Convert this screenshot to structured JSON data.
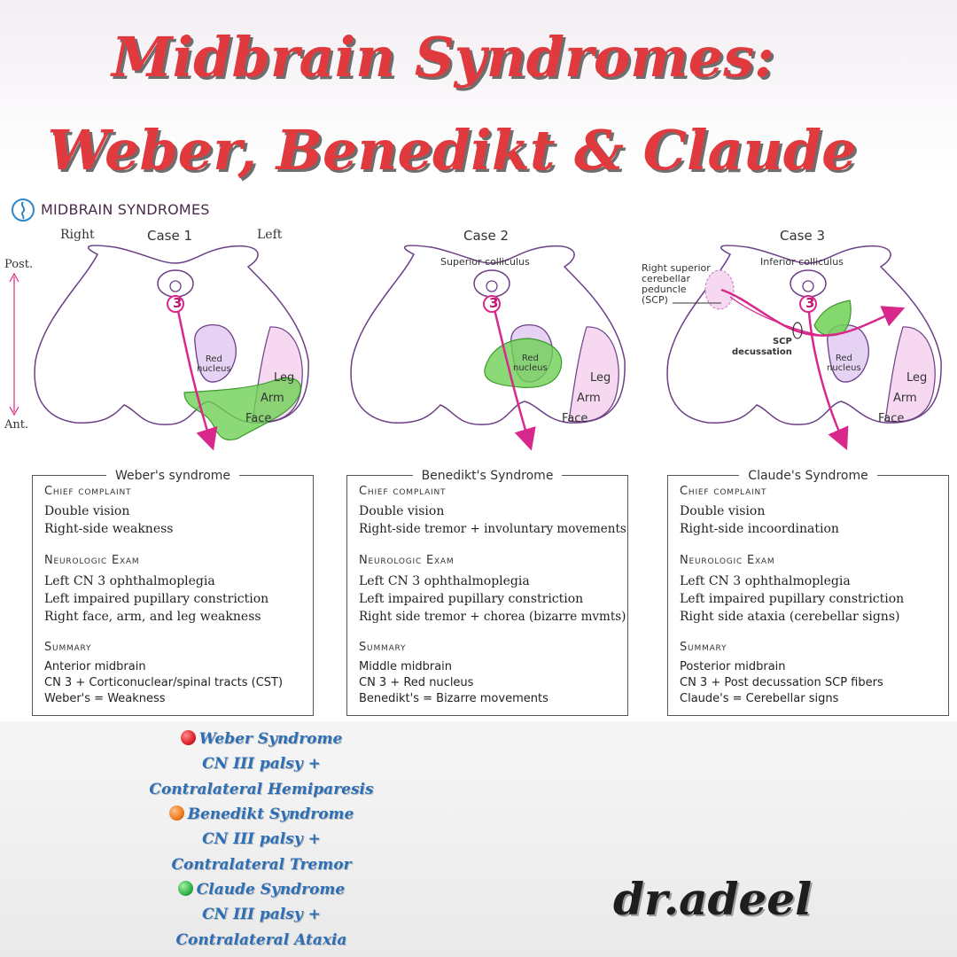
{
  "title": {
    "line1": "Midbrain Syndromes:",
    "line2": "Weber, Benedikt & Claude"
  },
  "figure": {
    "header": "MIDBRAIN SYNDROMES",
    "orientation": {
      "right": "Right",
      "left": "Left",
      "post": "Post.",
      "ant": "Ant."
    },
    "cases": [
      {
        "label": "Case 1",
        "cn": "3",
        "red_nucleus": "Red\nnucleus",
        "leg": "Leg",
        "arm": "Arm",
        "face": "Face"
      },
      {
        "label": "Case 2",
        "top_label": "Superior colliculus",
        "cn": "3",
        "red_nucleus": "Red\nnucleus",
        "leg": "Leg",
        "arm": "Arm",
        "face": "Face"
      },
      {
        "label": "Case 3",
        "top_label": "Inferior colliculus",
        "cn": "3",
        "red_nucleus": "Red\nnucleus",
        "leg": "Leg",
        "arm": "Arm",
        "face": "Face",
        "scp_label": "Right superior\ncerebellar\npeduncle\n(SCP)",
        "decussation_label": "SCP\ndecussation"
      }
    ],
    "boxes": [
      {
        "title": "Weber's syndrome",
        "chief_complaint_heading": "Chief complaint",
        "chief_complaint": [
          "Double vision",
          "Right-side weakness"
        ],
        "exam_heading": "Neurologic Exam",
        "exam": [
          "Left CN 3 ophthalmoplegia",
          "Left impaired pupillary constriction",
          "Right face, arm, and leg weakness"
        ],
        "summary_heading": "Summary",
        "summary": [
          "Anterior midbrain",
          "CN 3 + Corticonuclear/spinal tracts (CST)",
          "Weber's = Weakness"
        ]
      },
      {
        "title": "Benedikt's Syndrome",
        "chief_complaint_heading": "Chief complaint",
        "chief_complaint": [
          "Double vision",
          "Right-side tremor + involuntary movements"
        ],
        "exam_heading": "Neurologic Exam",
        "exam": [
          "Left CN 3 ophthalmoplegia",
          "Left impaired pupillary constriction",
          "Right side tremor + chorea (bizarre mvmts)"
        ],
        "summary_heading": "Summary",
        "summary": [
          "Middle midbrain",
          "CN 3 + Red nucleus",
          "Benedikt's = Bizarre movements"
        ]
      },
      {
        "title": "Claude's Syndrome",
        "chief_complaint_heading": "Chief complaint",
        "chief_complaint": [
          "Double vision",
          "Right-side incoordination"
        ],
        "exam_heading": "Neurologic Exam",
        "exam": [
          "Left CN 3 ophthalmoplegia",
          "Left impaired pupillary constriction",
          "Right side ataxia (cerebellar signs)"
        ],
        "summary_heading": "Summary",
        "summary": [
          "Posterior midbrain",
          "CN 3 + Post decussation SCP fibers",
          "Claude's = Cerebellar signs"
        ]
      }
    ]
  },
  "bottom_list": [
    {
      "dot_color": "#e0202a",
      "lines": [
        "Weber Syndrome",
        "CN III palsy +",
        "Contralateral Hemiparesis"
      ]
    },
    {
      "dot_color": "#f07a1c",
      "lines": [
        "Benedikt Syndrome",
        "CN III palsy +",
        "Contralateral Tremor"
      ]
    },
    {
      "dot_color": "#2fb34a",
      "lines": [
        "Claude Syndrome",
        "CN III palsy +",
        "Contralateral Ataxia"
      ]
    }
  ],
  "signature": "dr.adeel",
  "colors": {
    "title": "#e03a3e",
    "lesion": "#6fd155",
    "tract": "#f6d8f0",
    "arrow": "#d8288c",
    "outline": "#6b3f86"
  }
}
